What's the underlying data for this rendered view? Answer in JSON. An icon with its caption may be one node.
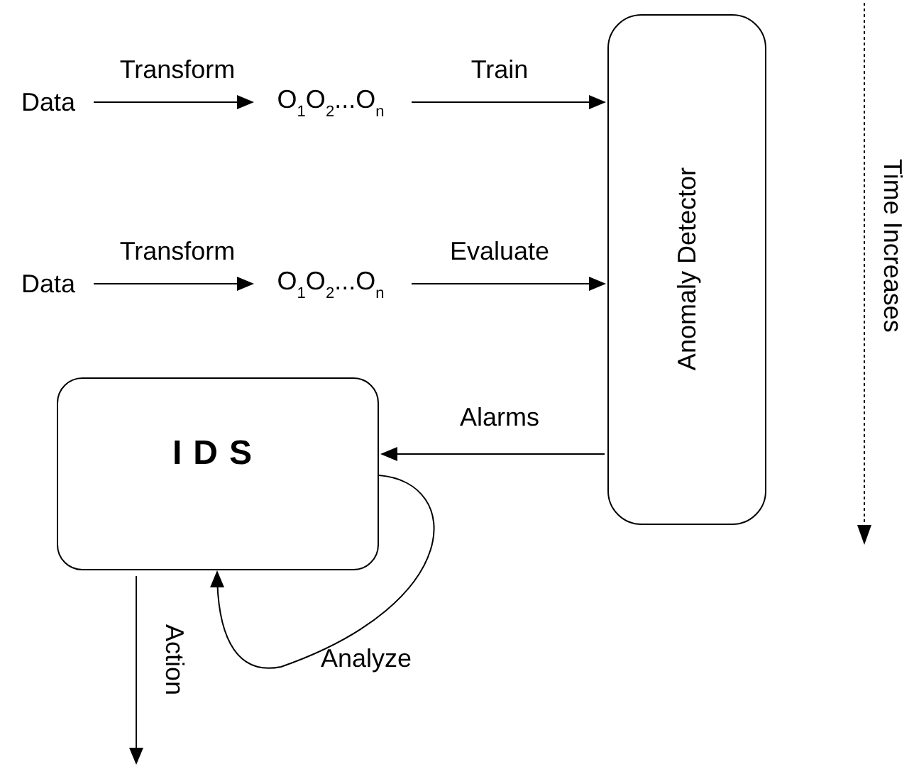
{
  "diagram": {
    "nodes": [
      {
        "text": [
          "Data"
        ]
      },
      {
        "text": [
          "O$_{1}$O$_{2}$...O$_{n}$"
        ]
      },
      {
        "text": [
          "Data"
        ]
      },
      {
        "text": [
          "O$_{1}$O$_{2}$...O$_{n}$"
        ]
      },
      {
        "text": [
          "Anomaly Detector"
        ]
      },
      {
        "text": [
          "IDS"
        ]
      }
    ],
    "edges": [
      {
        "from": 0,
        "to": 1,
        "arrow": "to",
        "label": "Transform"
      },
      {
        "from": 1,
        "to": 4,
        "arrow": "to",
        "label": "Train"
      },
      {
        "from": 2,
        "to": 3,
        "arrow": "to",
        "label": "Transform"
      },
      {
        "from": 3,
        "to": 4,
        "arrow": "to",
        "label": "Evaluate"
      },
      {
        "from": 4,
        "to": 5,
        "arrow": "to",
        "label": "Alarms"
      },
      {
        "from": 5,
        "to": 5,
        "arrow": "to",
        "label": "Analyze"
      },
      {
        "from": 5,
        "to": null,
        "arrow": "to",
        "label": "Action"
      }
    ],
    "labels": [
      "Time Increases"
    ]
  }
}
